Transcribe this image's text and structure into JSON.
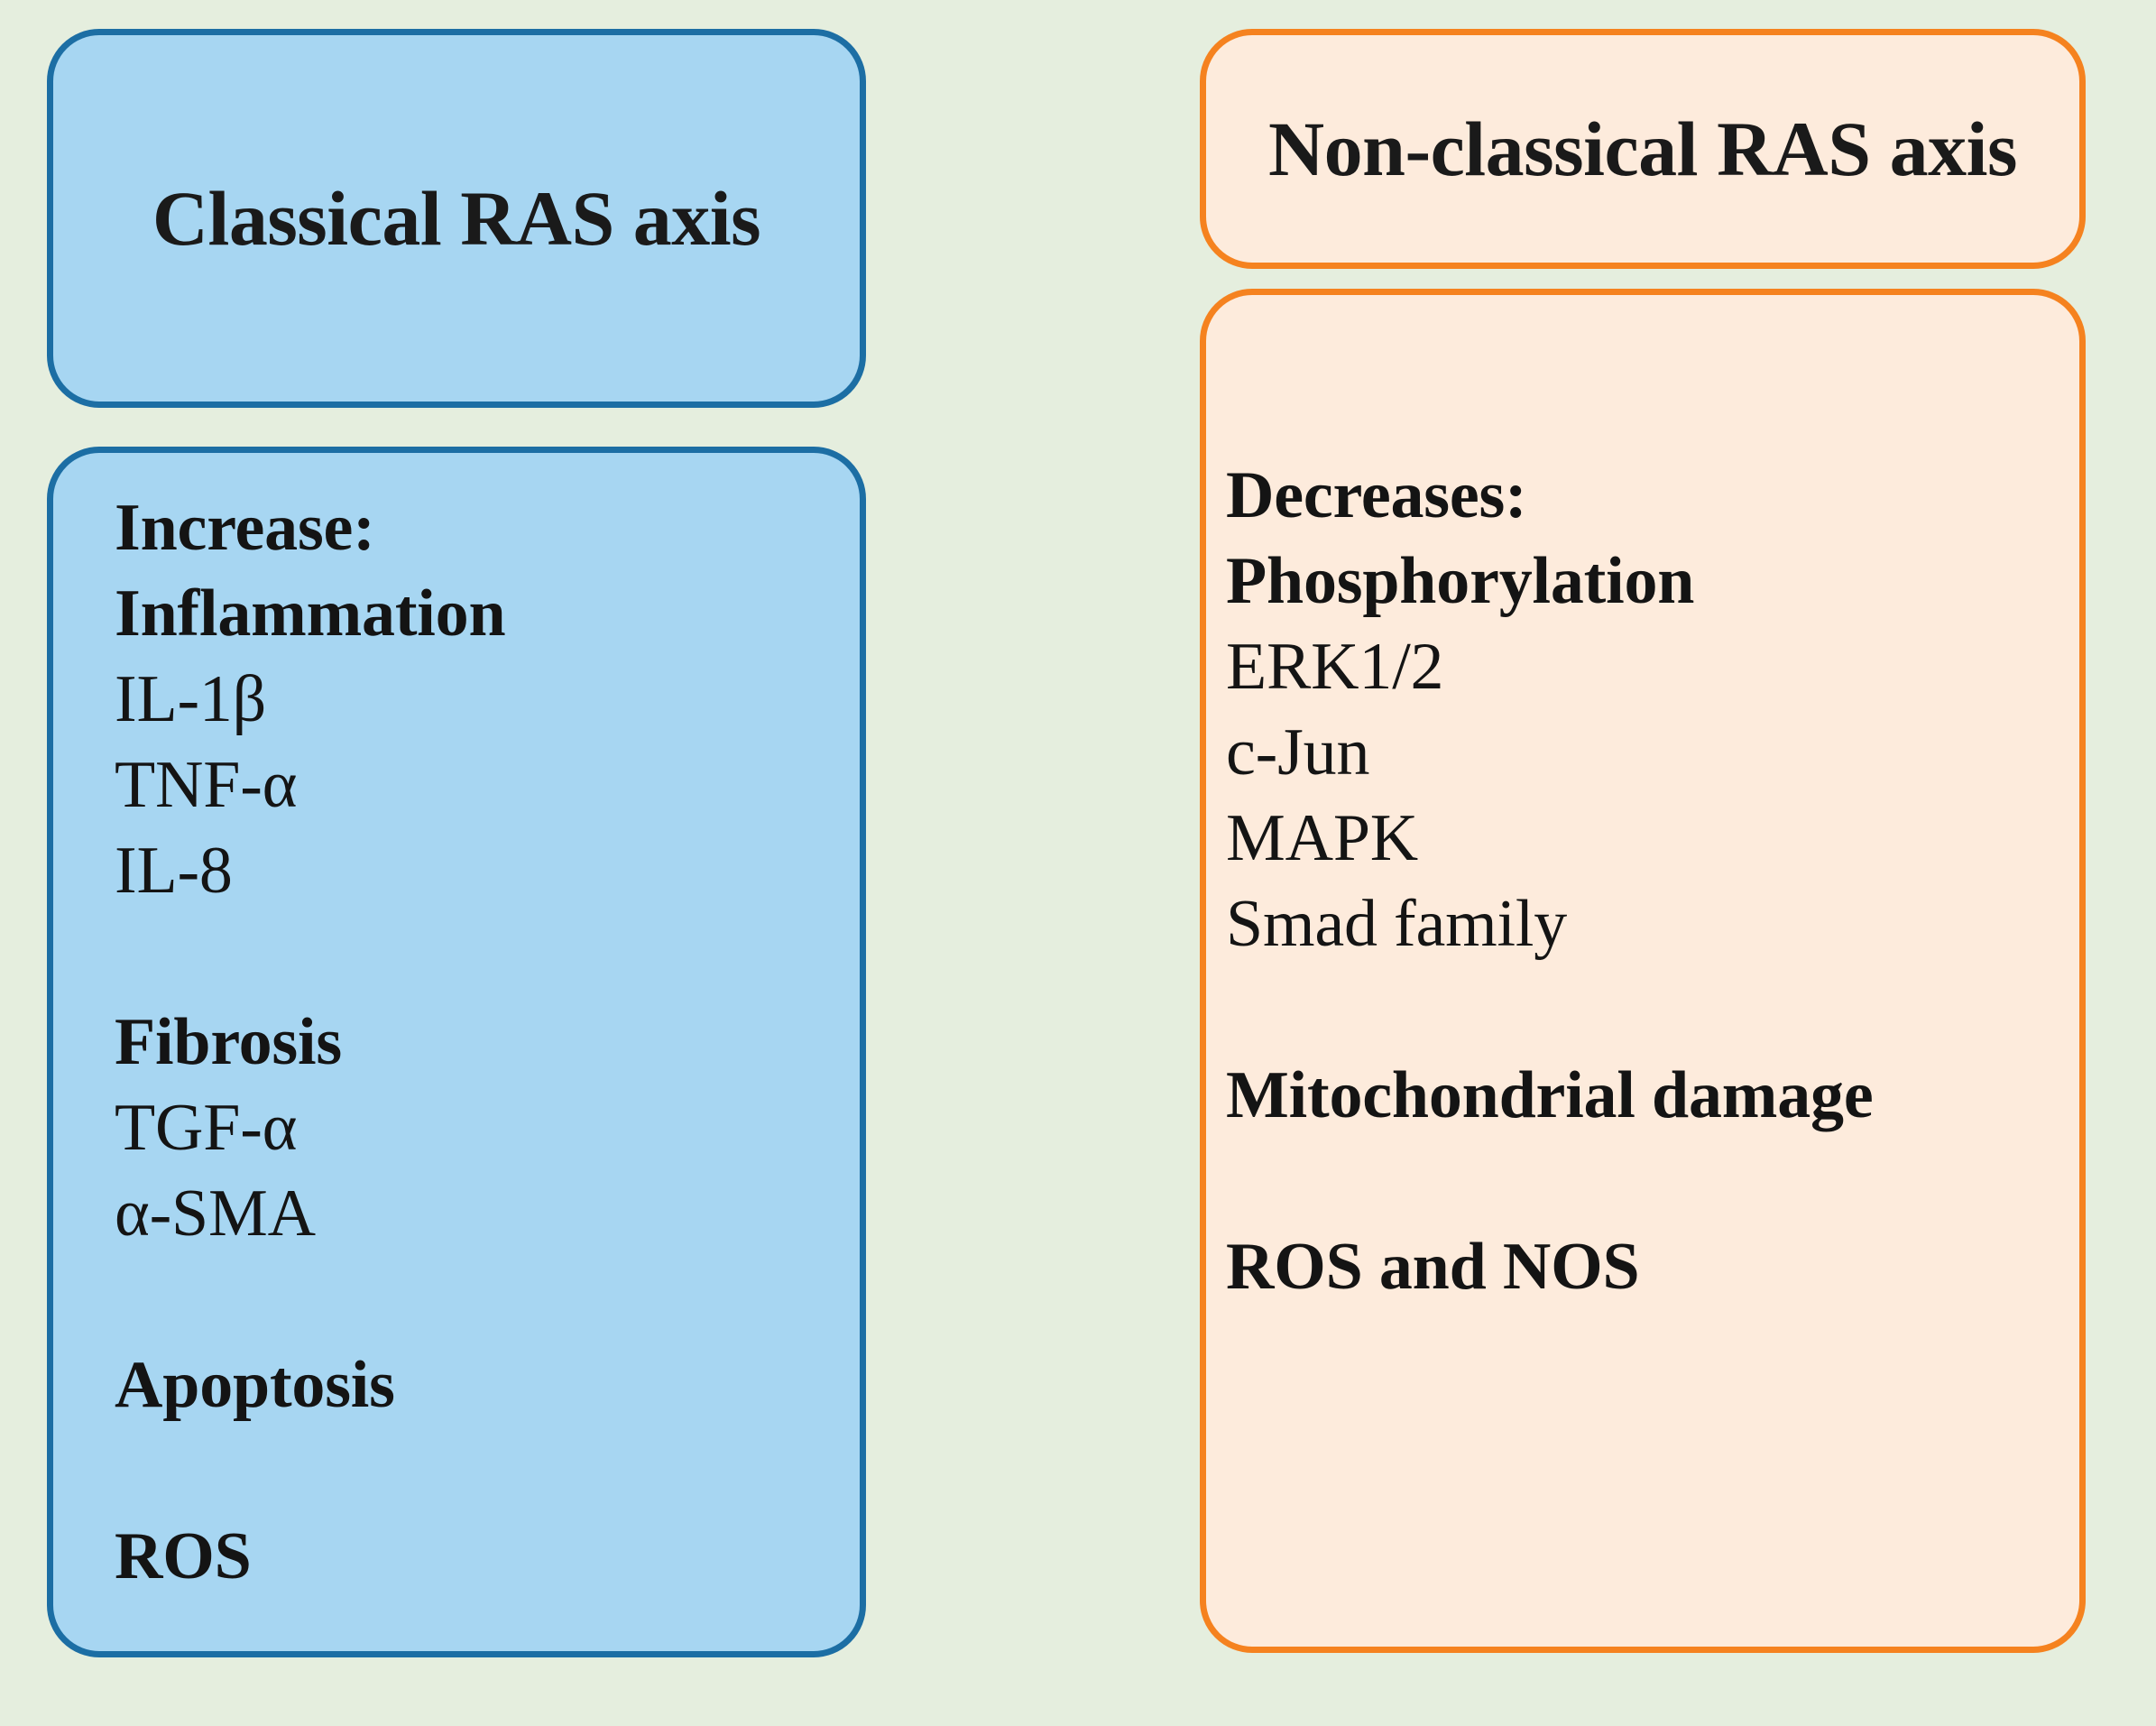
{
  "figure": {
    "background_color": "#e5eede",
    "columns": [
      {
        "id": "classical",
        "accent_color": "#1c6ea4",
        "fill_color": "#a7d6f2",
        "header": {
          "title": "Classical RAS axis"
        },
        "content": {
          "lines": [
            {
              "text": "Increase:",
              "bold": true
            },
            {
              "text": "Inflammation",
              "bold": true
            },
            {
              "text": "IL-1β",
              "bold": false
            },
            {
              "text": "TNF-α",
              "bold": false
            },
            {
              "text": "IL-8",
              "bold": false
            },
            {
              "text": "",
              "bold": false
            },
            {
              "text": "Fibrosis",
              "bold": true
            },
            {
              "text": "TGF-α",
              "bold": false
            },
            {
              "text": "α-SMA",
              "bold": false
            },
            {
              "text": "",
              "bold": false
            },
            {
              "text": "Apoptosis",
              "bold": true
            },
            {
              "text": "",
              "bold": false
            },
            {
              "text": "ROS",
              "bold": true
            }
          ]
        }
      },
      {
        "id": "non-classical",
        "accent_color": "#f5821f",
        "fill_color": "#fdebdc",
        "header": {
          "title": "Non-classical RAS axis"
        },
        "content": {
          "lines": [
            {
              "text": "Decreases:",
              "bold": true
            },
            {
              "text": "Phosphorylation",
              "bold": true
            },
            {
              "text": "ERK1/2",
              "bold": false
            },
            {
              "text": "c-Jun",
              "bold": false
            },
            {
              "text": "MAPK",
              "bold": false
            },
            {
              "text": "Smad family",
              "bold": false
            },
            {
              "text": "",
              "bold": false
            },
            {
              "text": "Mitochondrial damage",
              "bold": true
            },
            {
              "text": "",
              "bold": false
            },
            {
              "text": "ROS and NOS",
              "bold": true
            }
          ]
        }
      }
    ]
  }
}
